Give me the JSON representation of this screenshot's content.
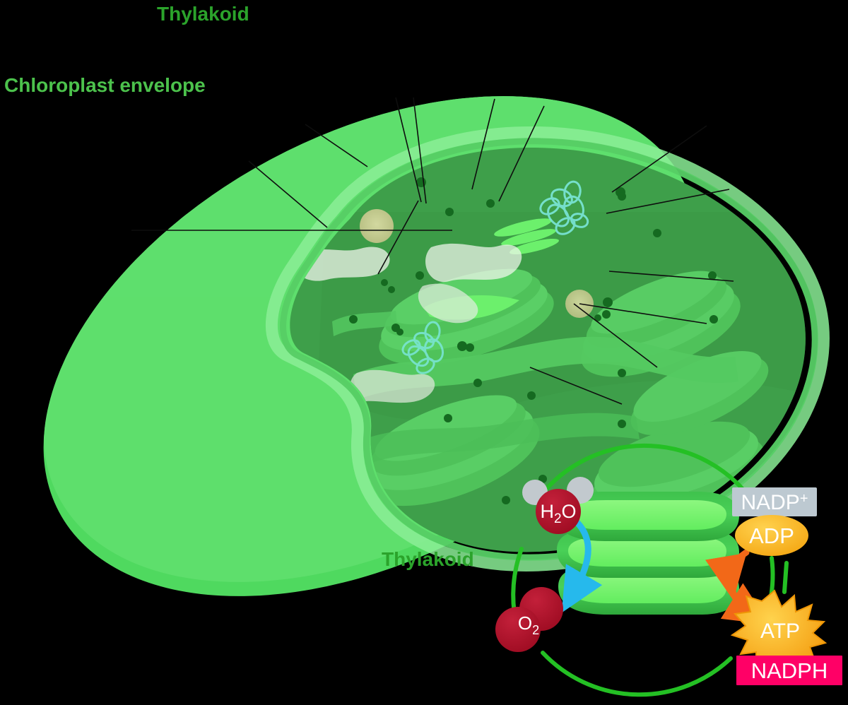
{
  "figure": {
    "title_visible": false,
    "background_color": "#000000"
  },
  "labels": {
    "thylakoid_top": "Thylakoid",
    "chloroplast_envelope": "Chloroplast envelope",
    "thylakoid_inset": "Thylakoid"
  },
  "colors": {
    "label_green_dark": "#2BA32B",
    "label_green_light": "#4CC24C",
    "chloroplast_body": "#4FD95F",
    "chloroplast_body_light": "#6BE37A",
    "envelope_outer": "#7DE98A",
    "envelope_inner": "#4FC95E",
    "stroma_dark": "#3C9E49",
    "stroma_mid": "#43A94F",
    "granum_green": "#4FC25A",
    "granum_light": "#5FD16C",
    "thylakoid_bright": "#6CF06C",
    "ribosome": "#14661E",
    "dna_cyan": "#79E8DC",
    "starch_white": "#E6EFE2",
    "plastoglobule": "#CBC98D",
    "leader_line": "#111111",
    "inset_circle": "#24C024",
    "molecule_red": "#AD1028",
    "hydrogen_gray": "#C2C9CE",
    "arrow_blue": "#26B9EC",
    "arrow_orange": "#F26818",
    "nadp_box": "#BDC9D1",
    "adp_orange": "#FFB81C",
    "atp_orange": "#FBA91A",
    "atp_star_dark": "#EE9606",
    "nadph_pink": "#FF0066",
    "text_white": "#FFFFFF"
  },
  "chloroplast": {
    "description": "Cutaway ellipse of a chloroplast showing internal stroma, grana stacks of thylakoids, stroma lamellae, ribosomes, DNA loops, starch grains and plastoglobules.",
    "leader_line_count": 12,
    "structures": [
      "outer envelope membrane",
      "inner envelope membrane",
      "stroma",
      "granum",
      "thylakoid",
      "stroma lamella",
      "ribosome",
      "chloroplast DNA",
      "starch grain",
      "plastoglobule"
    ]
  },
  "inset": {
    "circle_label": "Thylakoid",
    "stack_discs": 3,
    "molecules": [
      {
        "id": "h2o",
        "label": "H2O",
        "display": "H",
        "sub": "2",
        "tail": "O",
        "shape": "circle-with-two-hydrogens",
        "color": "#AD1028"
      },
      {
        "id": "o2",
        "label": "O2",
        "display": "O",
        "sub": "2",
        "tail": "",
        "shape": "double-circle",
        "color": "#AD1028"
      },
      {
        "id": "nadp_plus",
        "label": "NADP",
        "sup": "+",
        "shape": "rounded-rectangle",
        "color": "#BDC9D1"
      },
      {
        "id": "adp",
        "label": "ADP",
        "shape": "ellipse",
        "color": "#FFB81C"
      },
      {
        "id": "atp",
        "label": "ATP",
        "shape": "starburst",
        "color": "#FBA91A"
      },
      {
        "id": "nadph",
        "label": "NADPH",
        "shape": "rectangle",
        "color": "#FF0066"
      }
    ],
    "arrows": [
      {
        "id": "water-split-arrow",
        "from": "h2o",
        "to": "o2",
        "color": "#26B9EC"
      },
      {
        "id": "adp-to-atp-arrow",
        "from": "adp",
        "to": "atp",
        "color": "#F26818"
      }
    ]
  }
}
